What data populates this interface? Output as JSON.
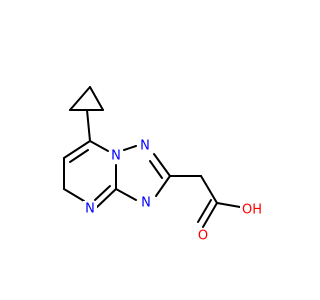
{
  "molecule": {
    "colors": {
      "bond": "#000000",
      "nitrogen": "#0000ff",
      "oxygen": "#ff0000",
      "background": "#ffffff"
    },
    "atoms": {
      "n1": {
        "element": "N",
        "label": "N"
      },
      "n2": {
        "element": "N",
        "label": "N"
      },
      "n3": {
        "element": "N",
        "label": "N"
      },
      "n4": {
        "element": "N",
        "label": "N"
      },
      "o_carbonyl": {
        "element": "O",
        "label": "O"
      },
      "o_hydroxyl": {
        "element": "O",
        "label": "OH"
      }
    }
  }
}
